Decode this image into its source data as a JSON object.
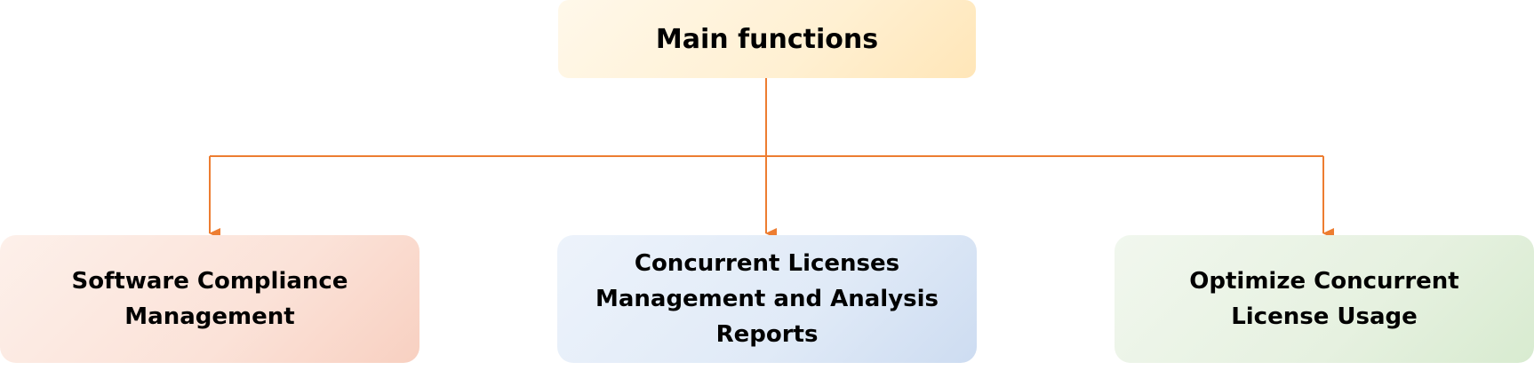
{
  "diagram": {
    "root": {
      "label": "Main functions"
    },
    "children": [
      {
        "label": "Software Compliance Management"
      },
      {
        "label": "Concurrent Licenses Management and Analysis Reports"
      },
      {
        "label": "Optimize Concurrent License Usage"
      }
    ],
    "colors": {
      "connector": "#ED7D31",
      "root_fill": "#FFF0D2",
      "child_1_fill": "#FBE2D8",
      "child_2_fill": "#E0EAF7",
      "child_3_fill": "#E6F1E0"
    }
  }
}
